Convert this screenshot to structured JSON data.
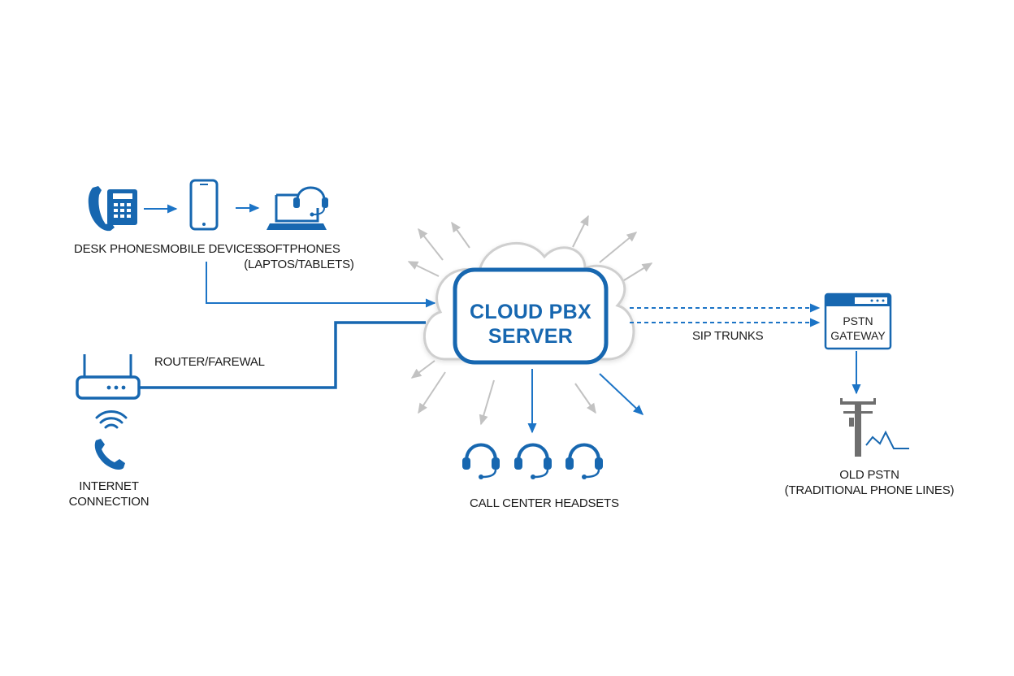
{
  "diagram": {
    "colors": {
      "primary": "#1767b0",
      "arrow": "#1c74c6",
      "ray": "#c2c2c2",
      "cloud_stroke": "#cfcfcf",
      "text": "#1a1a1a",
      "pole": "#6e6e6e"
    },
    "nodes": {
      "desk_phones": {
        "label": "DESK PHONES",
        "icon": "desk-phone-icon"
      },
      "mobile_devices": {
        "label": "MOBILE DEVICES",
        "icon": "smartphone-icon"
      },
      "softphones": {
        "label_line1": "SOFTPHONES",
        "label_line2": "(LAPTOS/TABLETS)",
        "icon": "laptop-headset-icon"
      },
      "router": {
        "label": "ROUTER/FAREWAL",
        "icon": "router-icon"
      },
      "internet": {
        "label_line1": "INTERNET",
        "label_line2": "CONNECTION",
        "icons": [
          "wifi-icon",
          "phone-handset-icon"
        ]
      },
      "pbx": {
        "title_line1": "CLOUD PBX",
        "title_line2": "SERVER",
        "icon": "cloud-icon"
      },
      "headsets": {
        "label": "CALL CENTER HEADSETS",
        "icon": "headset-icon",
        "count": 3
      },
      "sip": {
        "label": "SIP TRUNKS"
      },
      "gateway": {
        "label_line1": "PSTN",
        "label_line2": "GATEWAY",
        "icon": "gateway-box-icon"
      },
      "old_pstn": {
        "label_line1": "OLD PSTN",
        "label_line2": "(TRADITIONAL PHONE LINES)",
        "icon": "utility-pole-icon"
      }
    }
  }
}
